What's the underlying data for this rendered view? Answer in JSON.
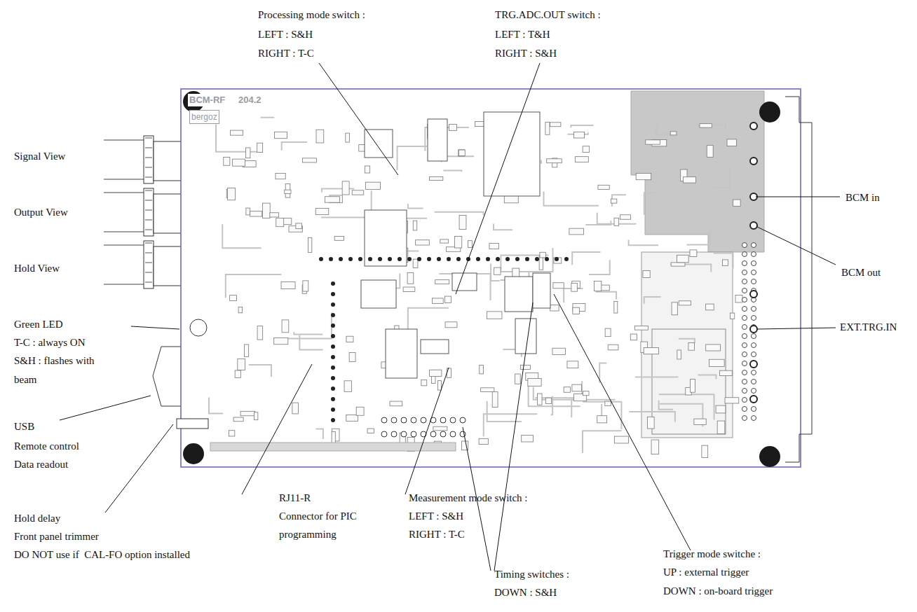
{
  "diagram": {
    "labels": [
      "Processing mode switch :",
      "LEFT : S&H",
      "RIGHT : T-C",
      "TRG.ADC.OUT switch :",
      "LEFT : T&H",
      "RIGHT : S&H",
      "Signal View",
      "Output View",
      "Hold View",
      "Green LED",
      "T-C : always ON",
      "S&H : flashes with",
      "beam",
      "USB",
      "Remote control",
      "Data readout",
      "Hold delay",
      "Front panel trimmer",
      "DO NOT use if  CAL-FO option installed",
      "RJ11-R",
      "Connector for PIC",
      "programming",
      "Measurement mode switch :",
      "LEFT : S&H",
      "RIGHT : T-C",
      "Timing switches :",
      "DOWN : S&H",
      "Trigger mode switche :",
      "UP : external trigger",
      "DOWN : on-board trigger",
      "BCM in",
      "BCM out",
      "EXT.TRG.IN",
      "BCM-RF",
      "204.2",
      "bergoz"
    ]
  }
}
